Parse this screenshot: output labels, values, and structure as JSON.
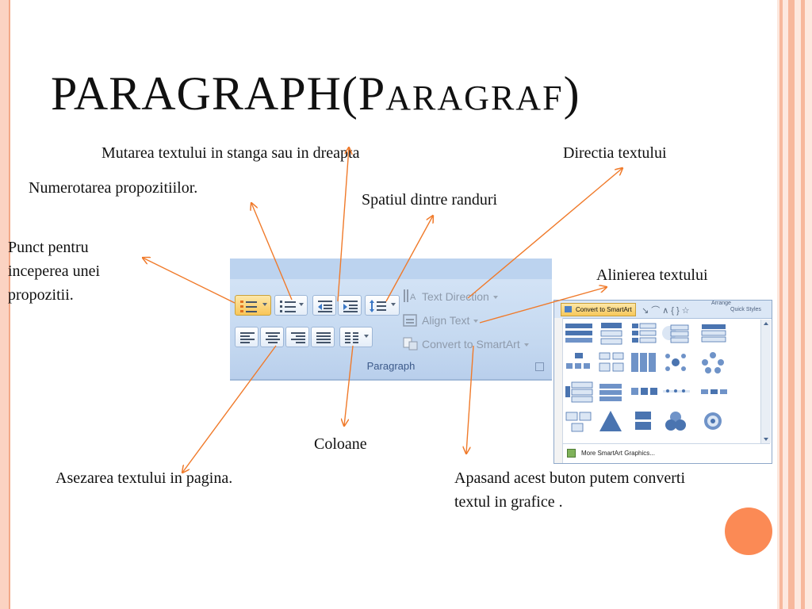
{
  "slide": {
    "title_main": "PARAGRAPH(P",
    "title_small": "ARAGRAF",
    "title_end": ")"
  },
  "labels": {
    "indent": "Mutarea textului in stanga sau in dreapta",
    "direction": "Directia textului",
    "numbering": "Numerotarea propozitiilor.",
    "spacing": "Spatiul dintre randuri",
    "bullets": "Punct pentru inceperea unei propozitii.",
    "align": "Alinierea textului",
    "columns": "Coloane",
    "layout": "Asezarea textului in pagina.",
    "convert": "Apasand acest buton putem converti textul in grafice ."
  },
  "ribbon": {
    "text_direction": "Text Direction",
    "align_text": "Align Text",
    "convert_smartart": "Convert to SmartArt",
    "group_label": "Paragraph"
  },
  "smartart_menu": {
    "button_label": "Convert to SmartArt",
    "arrange_label": "Arrange",
    "quick_styles_label": "Quick Styles",
    "more_graphics": "More SmartArt Graphics..."
  },
  "colors": {
    "frame_pink": "#fbd3c2",
    "accent_orange": "#fb8a55",
    "arrow_color": "#f07a2a",
    "ribbon_blue": "#c4d8f0"
  }
}
